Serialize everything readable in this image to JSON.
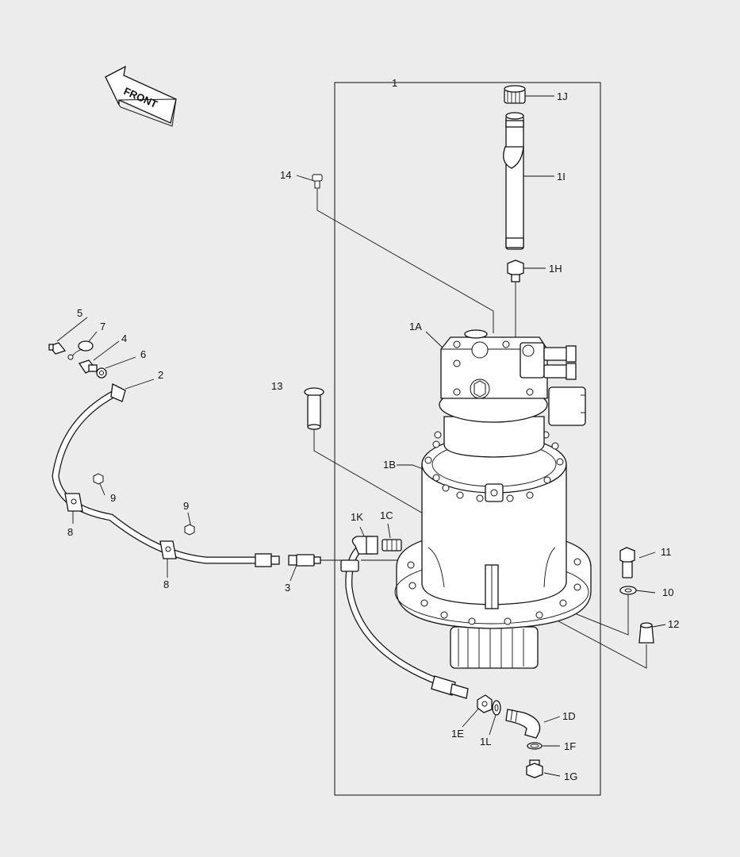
{
  "front_label": "FRONT",
  "callouts": {
    "c1": "1",
    "c1J": "1J",
    "c1I": "1I",
    "c14": "14",
    "c1H": "1H",
    "c1A": "1A",
    "c13": "13",
    "c1B": "1B",
    "c5": "5",
    "c7": "7",
    "c4": "4",
    "c6": "6",
    "c2": "2",
    "c9a": "9",
    "c8a": "8",
    "c9b": "9",
    "c8b": "8",
    "c1K": "1K",
    "c1C": "1C",
    "c3": "3",
    "c11": "11",
    "c10": "10",
    "c12": "12",
    "c1D": "1D",
    "c1E": "1E",
    "c1L": "1L",
    "c1F": "1F",
    "c1G": "1G"
  }
}
